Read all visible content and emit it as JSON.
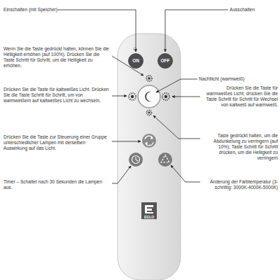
{
  "diagram": {
    "nodes": [
      {
        "text": [
          "ON"
        ]
      },
      {
        "text": [
          "OFF"
        ]
      },
      {
        "text": [
          "EGLO"
        ]
      }
    ],
    "labels": [
      "Einschalten (mit Speicher)",
      "Ausschalten",
      "Wenn Sie die Taste gedrückt halten, können Sie die Helligkeit erhöhen (auf 100%). Drücken Sie die Taste Schritt für Schritt, um die Helligkeit zu erhöhen.",
      "Nachtlicht (warmweiß)",
      "Drücken Sie die Taste für kaltweißes Licht. Drücken Sie die Taste Schritt für Schritt, um von warmweißem auf kaltweißes Licht zu wechseln.",
      "Drücken Sie die Taste für warmweißes Licht; drücken Sie die Taste Schritt für Schritt für Wechsel von kaltweiß auf warmweiß.",
      "Drücken Sie die Taste zur Steuerung einer Gruppe unterschiedlicher Lampen mit derselben Auswirkung auf das Licht.",
      "Taste gedrückt halten, um die Abdunkelung zu verringern (auf 10%); Taste Schritt für Schritt drücken, um die Helligkeit zu verringern",
      "Timer – Schaltet nach 30 Sekunden die Lampen aus.",
      "Änderung der Farbtemperatur (3-schrittig: 3000K-4000K-5000K)"
    ]
  }
}
